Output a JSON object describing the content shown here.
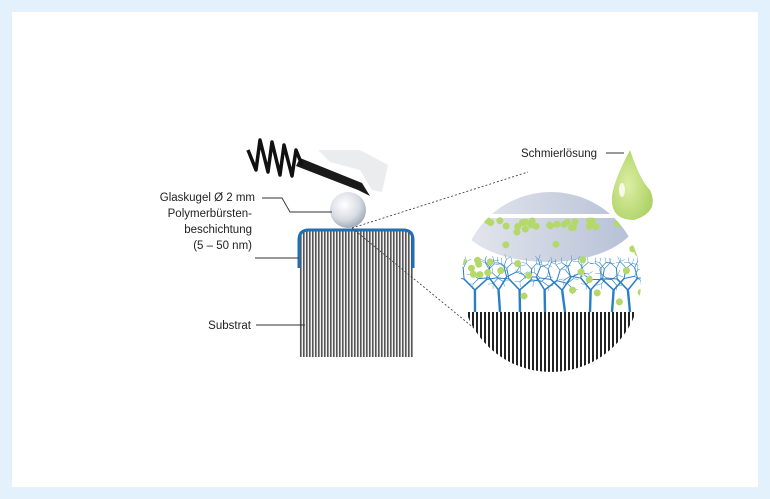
{
  "labels": {
    "glass_ball": "Glaskugel Ø 2 mm",
    "coating_line1": "Polymerbürsten-",
    "coating_line2": "beschichtung",
    "coating_line3": "(5 – 50 nm)",
    "substrate": "Substrat",
    "lubricant": "Schmierlösung"
  },
  "colors": {
    "background": "#e2f1fb",
    "coating_blue": "#1f6fb5",
    "polymer_blue": "#2a7fc4",
    "lubricant_green": "#b5d86a",
    "stripes": "#333333"
  }
}
